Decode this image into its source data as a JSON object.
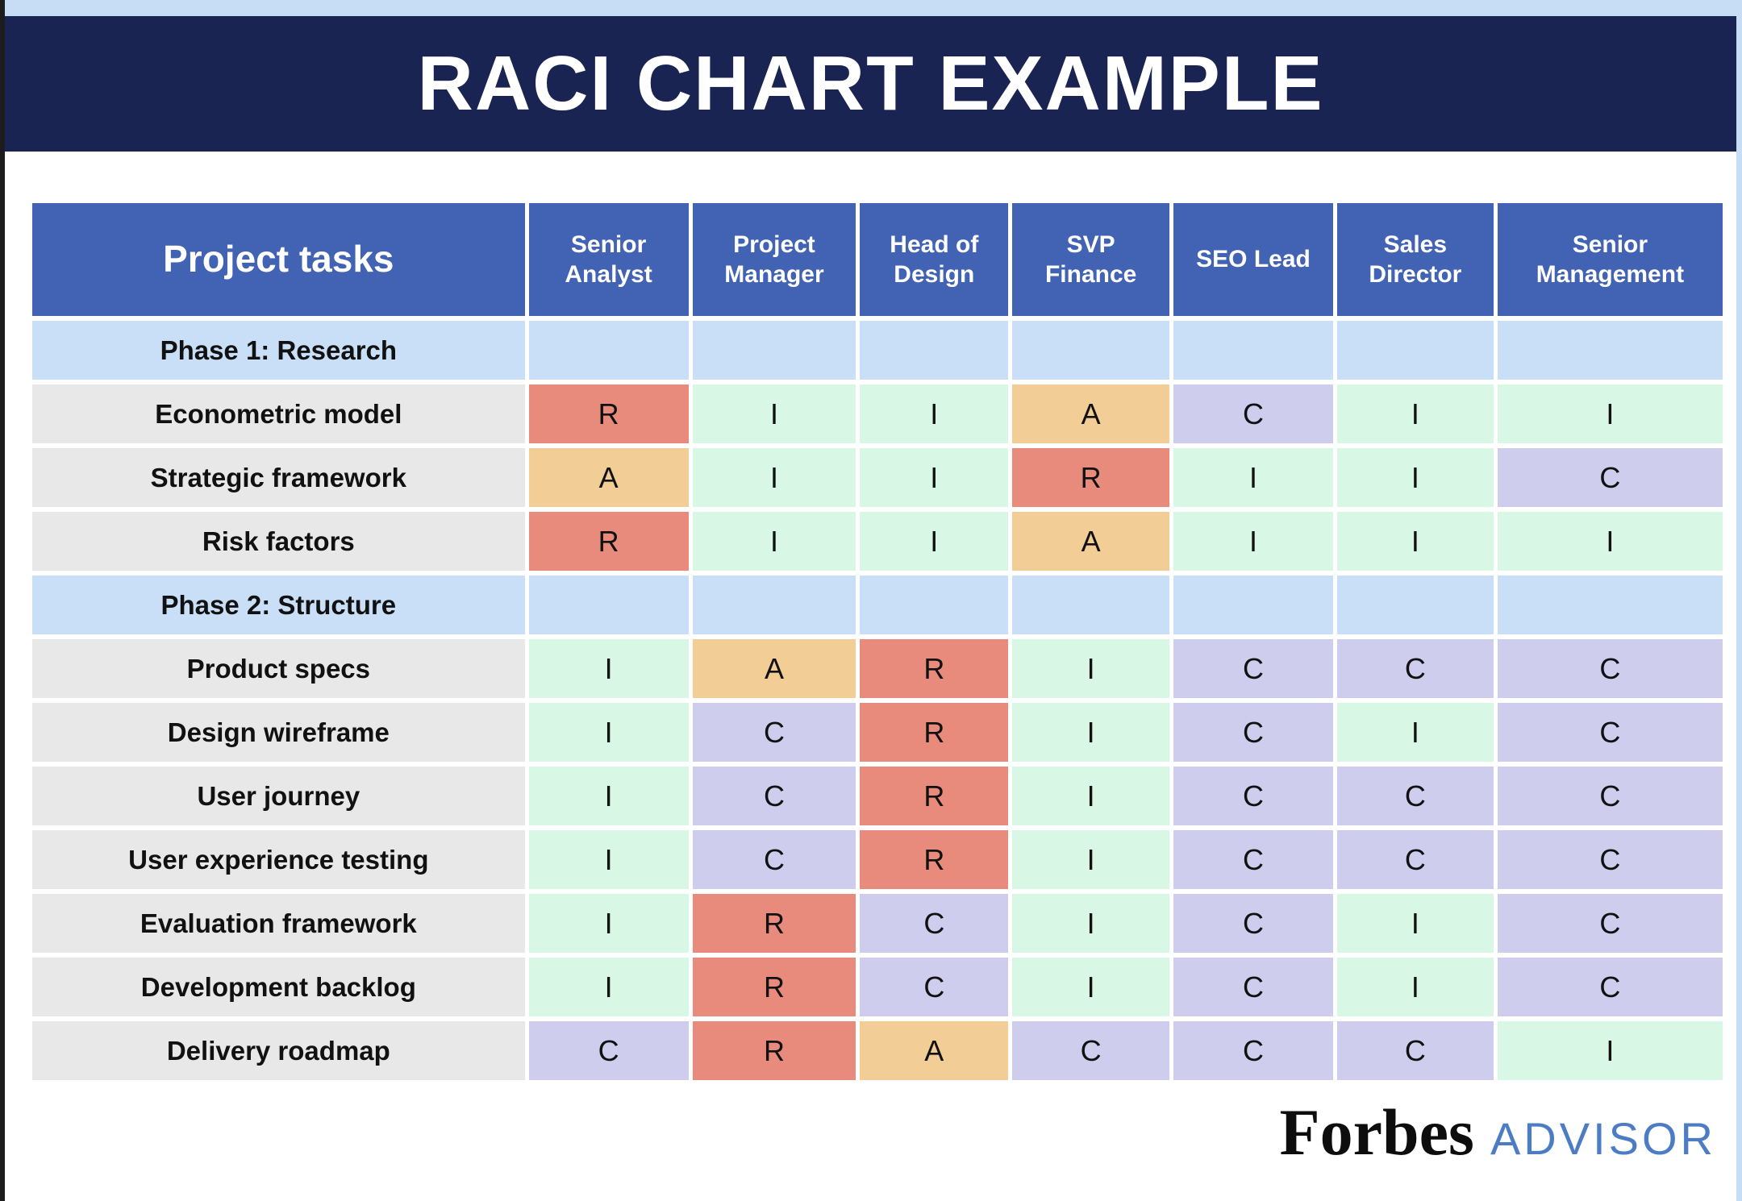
{
  "title": "RACI CHART EXAMPLE",
  "chart_data": {
    "type": "table",
    "title": "RACI CHART EXAMPLE",
    "task_column_header": "Project tasks",
    "columns": [
      "Senior Analyst",
      "Project Manager",
      "Head of Design",
      "SVP Finance",
      "SEO Lead",
      "Sales Director",
      "Senior Management"
    ],
    "rows": [
      {
        "kind": "section",
        "label": "Phase 1: Research",
        "values": [
          "",
          "",
          "",
          "",
          "",
          "",
          ""
        ]
      },
      {
        "kind": "task",
        "label": "Econometric model",
        "values": [
          "R",
          "I",
          "I",
          "A",
          "C",
          "I",
          "I"
        ]
      },
      {
        "kind": "task",
        "label": "Strategic framework",
        "values": [
          "A",
          "I",
          "I",
          "R",
          "I",
          "I",
          "C"
        ]
      },
      {
        "kind": "task",
        "label": "Risk factors",
        "values": [
          "R",
          "I",
          "I",
          "A",
          "I",
          "I",
          "I"
        ]
      },
      {
        "kind": "section",
        "label": "Phase 2: Structure",
        "values": [
          "",
          "",
          "",
          "",
          "",
          "",
          ""
        ]
      },
      {
        "kind": "task",
        "label": "Product specs",
        "values": [
          "I",
          "A",
          "R",
          "I",
          "C",
          "C",
          "C"
        ]
      },
      {
        "kind": "task",
        "label": "Design wireframe",
        "values": [
          "I",
          "C",
          "R",
          "I",
          "C",
          "I",
          "C"
        ]
      },
      {
        "kind": "task",
        "label": "User journey",
        "values": [
          "I",
          "C",
          "R",
          "I",
          "C",
          "C",
          "C"
        ]
      },
      {
        "kind": "task",
        "label": "User experience testing",
        "values": [
          "I",
          "C",
          "R",
          "I",
          "C",
          "C",
          "C"
        ]
      },
      {
        "kind": "task",
        "label": "Evaluation framework",
        "values": [
          "I",
          "R",
          "C",
          "I",
          "C",
          "I",
          "C"
        ]
      },
      {
        "kind": "task",
        "label": "Development backlog",
        "values": [
          "I",
          "R",
          "C",
          "I",
          "C",
          "I",
          "C"
        ]
      },
      {
        "kind": "task",
        "label": "Delivery roadmap",
        "values": [
          "C",
          "R",
          "A",
          "C",
          "C",
          "C",
          "I"
        ]
      }
    ]
  },
  "colors": {
    "R": "#e88b7d",
    "A": "#f2ce96",
    "C": "#cecded",
    "I": "#d9f7e5",
    "header_bg": "#4262b4",
    "section_bg": "#c9dff7",
    "task_bg": "#e8e8e8",
    "banner_bg": "#192453",
    "frame_blue": "#c7ddf6",
    "left_border": "#1c1c1c",
    "advisor_blue": "#4c7cc3"
  },
  "footer": {
    "brand": "Forbes",
    "brand_suffix": "ADVISOR"
  }
}
